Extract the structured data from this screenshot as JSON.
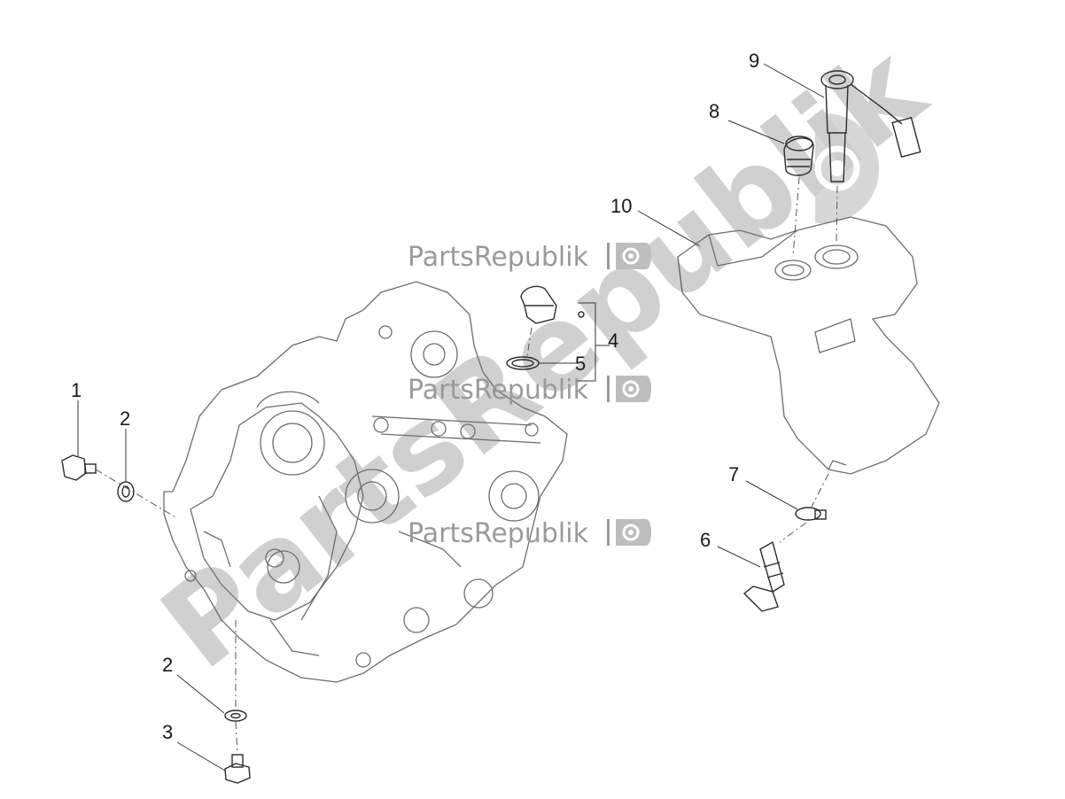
{
  "watermark": {
    "diagonal": "PartsRepublik",
    "brand": "PartsRepublik"
  },
  "callouts": [
    {
      "id": "c1",
      "label": "1"
    },
    {
      "id": "c2a",
      "label": "2"
    },
    {
      "id": "c2b",
      "label": "2"
    },
    {
      "id": "c3",
      "label": "3"
    },
    {
      "id": "c4",
      "label": "4"
    },
    {
      "id": "c5",
      "label": "5"
    },
    {
      "id": "c6",
      "label": "6"
    },
    {
      "id": "c7",
      "label": "7"
    },
    {
      "id": "c8",
      "label": "8"
    },
    {
      "id": "c9",
      "label": "9"
    },
    {
      "id": "c10",
      "label": "10"
    }
  ],
  "icons": [
    "gear-icon",
    "flag-gear-icon"
  ],
  "colors": {
    "line_art": "#6d6d6d",
    "watermark": "#c8c8c8",
    "callout_text": "#1a1a1a"
  }
}
